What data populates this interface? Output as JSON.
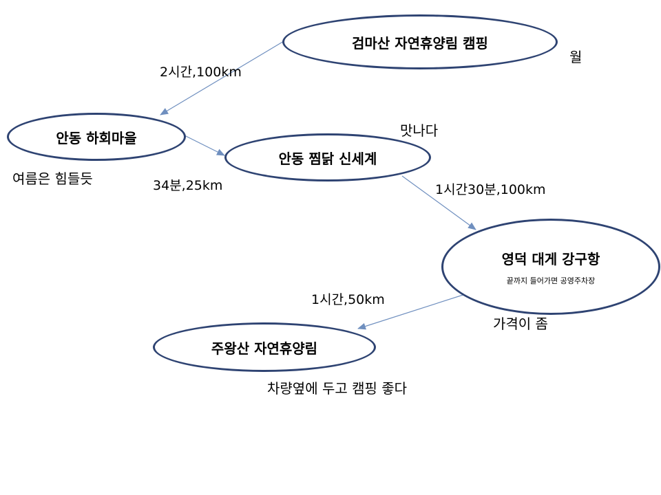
{
  "nodes": {
    "gummasan": {
      "title": "검마산 자연휴양림 캠핑"
    },
    "hahoe": {
      "title": "안동 하회마을"
    },
    "jjimdak": {
      "title": "안동 찜닭 신세계"
    },
    "ganggu": {
      "title": "영덕 대게 강구항",
      "subtitle": "끝까지  들어가면  공영주차장"
    },
    "juwangsan": {
      "title": "주왕산 자연휴양림"
    }
  },
  "edges": {
    "gummasan_hahoe": {
      "label": "2시간,100km"
    },
    "hahoe_jjimdak": {
      "label": "34분,25km"
    },
    "jjimdak_ganggu": {
      "label": "1시간30분,100km"
    },
    "ganggu_juwangsan": {
      "label": "1시간,50km"
    }
  },
  "notes": {
    "gummasan": "월",
    "hahoe": "여름은 힘들듯",
    "jjimdak": "맛나다",
    "ganggu": "가격이 좀",
    "juwangsan": "차량옆에 두고 캠핑 좋다"
  },
  "colors": {
    "node_border": "#2e4372",
    "edge_line": "#6f8fbf"
  }
}
